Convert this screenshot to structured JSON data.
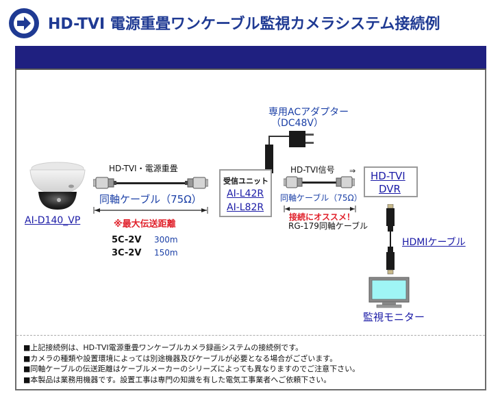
{
  "header": {
    "title": "HD-TVI 電源重畳ワンケーブル監視カメラシステム接続例",
    "icon": "arrow-right-circle-icon",
    "accent_color": "#1f3a93",
    "band_color": "#1f2080"
  },
  "camera": {
    "model_link": "AI-D140_VP",
    "icon": "dome-camera-icon"
  },
  "cable1": {
    "top_label": "HD-TVI・電源重畳",
    "bottom_label": "同軸ケーブル（75Ω）",
    "icon": "coax-cable-icon"
  },
  "distance": {
    "heading": "※最大伝送距離",
    "rows": [
      {
        "cable": "5C-2V",
        "length": "300m"
      },
      {
        "cable": "3C-2V",
        "length": "150m"
      }
    ]
  },
  "adapter": {
    "line1": "専用ACアダプター",
    "line2": "（DC48V）",
    "icon": "ac-adapter-icon"
  },
  "receiver": {
    "label": "受信ユニット",
    "models": [
      "AI-L42R",
      "AI-L82R"
    ]
  },
  "cable2": {
    "top_label": "HD-TVI信号",
    "arrow": "⇒",
    "bottom_label": "同軸ケーブル（75Ω）",
    "recommend": "接続にオススメ！",
    "recommend_cable": "RG-179同軸ケーブル"
  },
  "dvr": {
    "line1": "HD-TVI",
    "line2": "DVR"
  },
  "hdmi": {
    "label": "HDMIケーブル",
    "icon": "hdmi-cable-icon"
  },
  "monitor": {
    "label": "監視モニター",
    "icon": "monitor-icon"
  },
  "notes": [
    "■上記接続例は、HD-TVI電源重畳ワンケーブルカメラ録画システムの接続例です。",
    "■カメラの種類や設置環境によっては別途機器及びケーブルが必要となる場合がございます。",
    "■同軸ケーブルの伝送距離はケーブルメーカーのシリーズによっても異なりますのでご注意下さい。",
    "■本製品は業務用機器です。設置工事は専門の知識を有した電気工事業者へご依頼下さい。"
  ]
}
